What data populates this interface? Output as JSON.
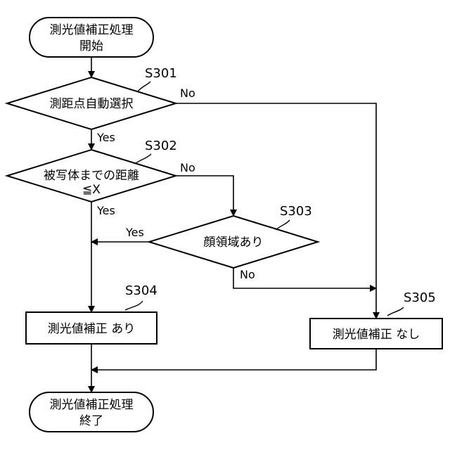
{
  "start": {
    "line1": "測光値補正処理",
    "line2": "開始"
  },
  "end": {
    "line1": "測光値補正処理",
    "line2": "終了"
  },
  "s301": {
    "label": "S301",
    "text": "測距点自動選択",
    "no": "No",
    "yes": "Yes"
  },
  "s302": {
    "label": "S302",
    "line1": "被写体までの距離",
    "line2": "≦X",
    "no": "No",
    "yes": "Yes"
  },
  "s303": {
    "label": "S303",
    "text": "顔領域あり",
    "yes": "Yes",
    "no": "No"
  },
  "s304": {
    "label": "S304",
    "text": "測光値補正 あり"
  },
  "s305": {
    "label": "S305",
    "text": "測光値補正 なし"
  }
}
